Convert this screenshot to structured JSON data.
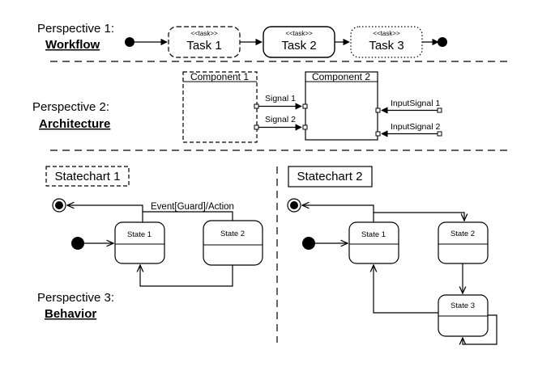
{
  "perspectives": {
    "p1": {
      "title": "Perspective 1:",
      "name": "Workflow"
    },
    "p2": {
      "title": "Perspective 2:",
      "name": "Architecture"
    },
    "p3": {
      "title": "Perspective 3:",
      "name": "Behavior"
    }
  },
  "workflow": {
    "stereotype": "<<task>>",
    "tasks": [
      "Task 1",
      "Task 2",
      "Task 3"
    ]
  },
  "architecture": {
    "component1": "Component 1",
    "component2": "Component 2",
    "signals": [
      "Signal 1",
      "Signal 2"
    ],
    "input_signals": [
      "InputSignal 1",
      "InputSignal 2"
    ]
  },
  "statechart1": {
    "title": "Statechart 1",
    "states": [
      "State 1",
      "State 2"
    ],
    "transition_label": "Event[Guard]/Action"
  },
  "statechart2": {
    "title": "Statechart 2",
    "states": [
      "State 1",
      "State 2",
      "State 3"
    ]
  }
}
